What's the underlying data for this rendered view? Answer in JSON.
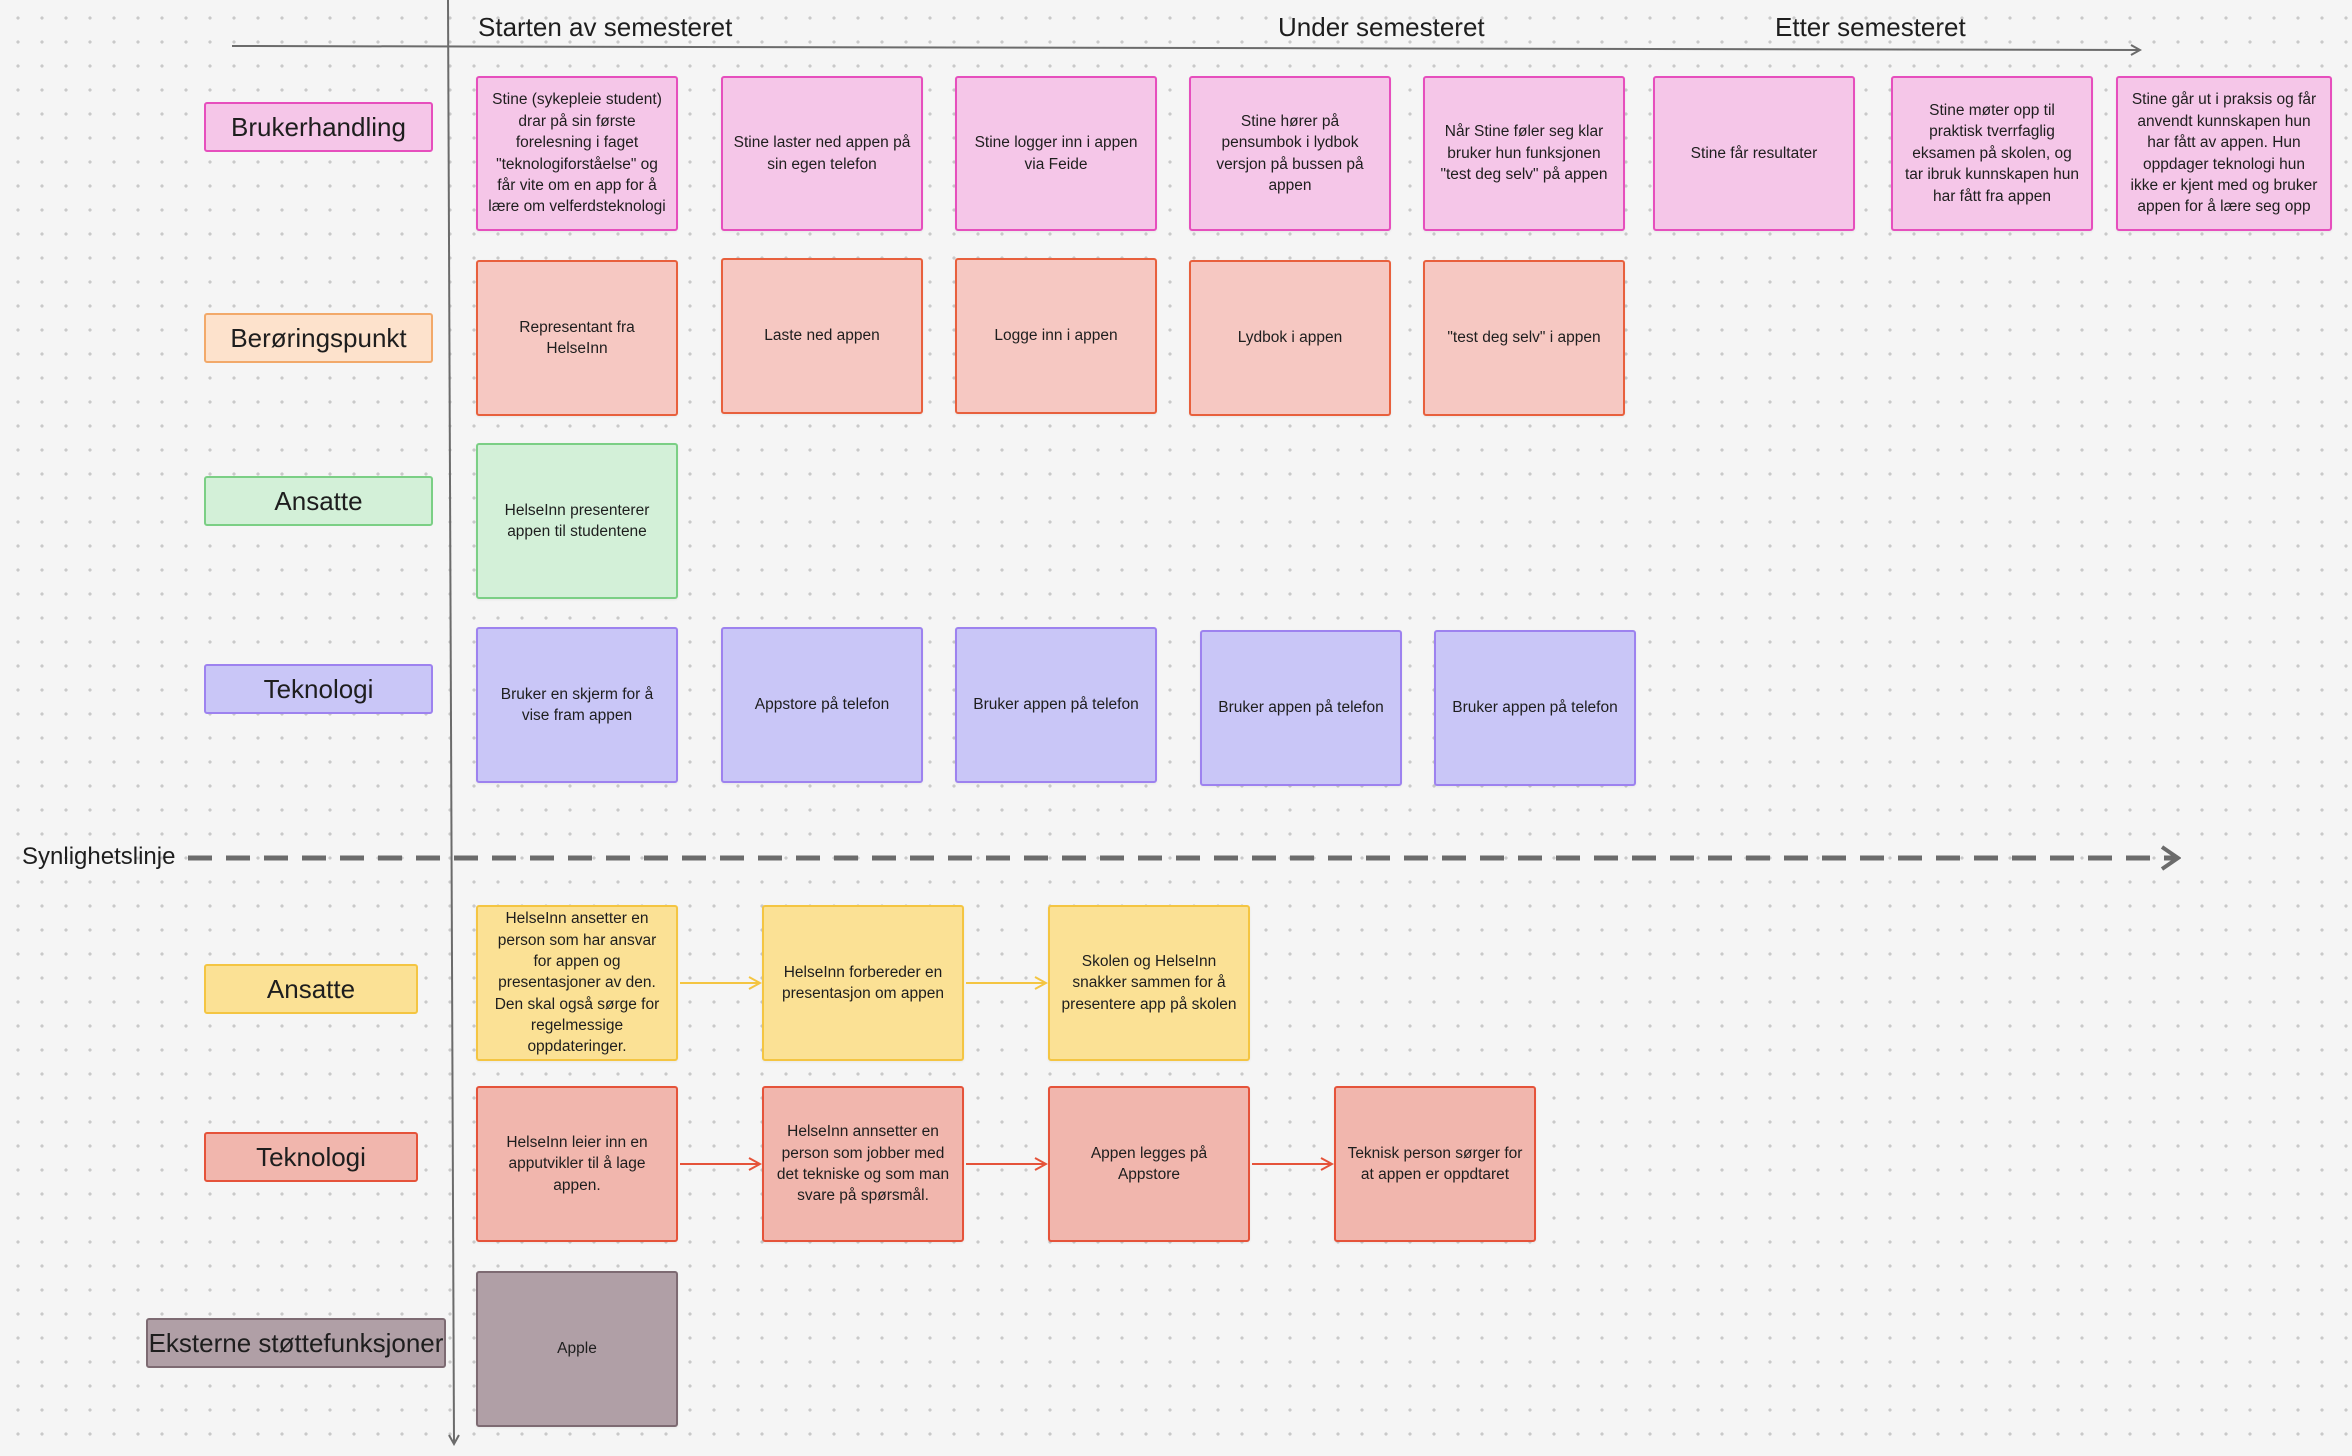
{
  "phases": {
    "start": "Starten av semesteret",
    "during": "Under semesteret",
    "after": "Etter semesteret"
  },
  "visibility_line": "Synlighetslinje",
  "rows": {
    "brukerhandling": "Brukerhandling",
    "beroringspunkt": "Berøringspunkt",
    "ansatte_front": "Ansatte",
    "teknologi_front": "Teknologi",
    "ansatte_back": "Ansatte",
    "teknologi_back": "Teknologi",
    "eksterne": "Eksterne støttefunksjoner"
  },
  "brukerhandling": [
    "Stine (sykepleie student) drar på sin første forelesning i faget \"teknologiforståelse\" og får vite om en app for å lære om velferdsteknologi",
    "Stine laster ned appen på sin egen telefon",
    "Stine logger inn i appen via Feide",
    "Stine hører på pensumbok i lydbok versjon på bussen på appen",
    "Når Stine føler seg klar bruker hun funksjonen \"test deg selv\" på appen",
    "Stine får resultater",
    "Stine møter opp til praktisk tverrfaglig eksamen på skolen, og tar ibruk kunnskapen hun har fått fra appen",
    "Stine går ut i praksis og får anvendt kunnskapen hun har fått av appen. Hun oppdager teknologi hun ikke er kjent med og bruker appen for å lære seg opp"
  ],
  "beroringspunkt": [
    "Representant fra HelseInn",
    "Laste ned appen",
    "Logge inn i appen",
    "Lydbok i appen",
    "\"test deg selv\" i appen"
  ],
  "ansatte_front": [
    "HelseInn presenterer appen til studentene"
  ],
  "teknologi_front": [
    "Bruker en skjerm for å vise fram appen",
    "Appstore på telefon",
    "Bruker appen på telefon",
    "Bruker appen på telefon",
    "Bruker appen på telefon"
  ],
  "ansatte_back": [
    "HelseInn ansetter en person som har ansvar for appen og presentasjoner av den. Den skal også sørge for regelmessige oppdateringer.",
    "HelseInn forbereder en presentasjon om appen",
    "Skolen og HelseInn snakker sammen for å presentere app på skolen"
  ],
  "teknologi_back": [
    "HelseInn leier inn en apputvikler til å lage appen.",
    "HelseInn annsetter en person som jobber med det tekniske og som man svare på spørsmål.",
    "Appen legges på Appstore",
    "Teknisk person sørger for at appen er oppdtaret"
  ],
  "eksterne": [
    "Apple"
  ],
  "colors": {
    "pink": "#f5c6e8",
    "coral": "#f6c8c2",
    "green": "#d3f0d8",
    "violet": "#c9c6f7",
    "yellow": "#fbe195",
    "salmon": "#f1b6ad",
    "mauve": "#b09fa6",
    "axis": "#6b6b6b",
    "arrow_yellow": "#f4c542",
    "arrow_red": "#e5533a"
  }
}
